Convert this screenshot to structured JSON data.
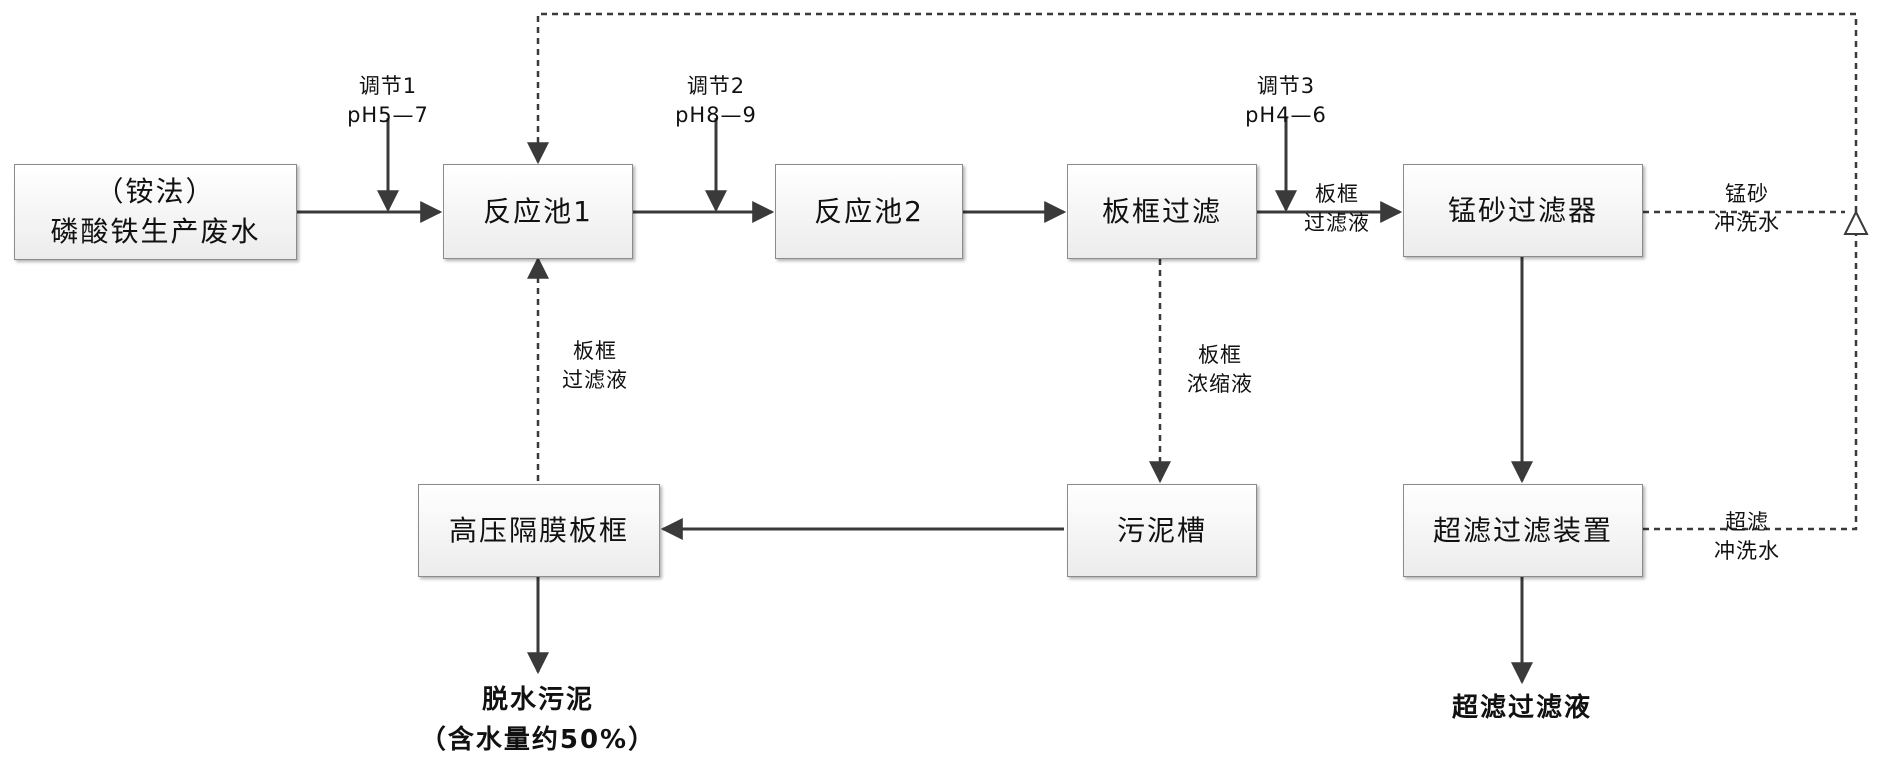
{
  "boxes": {
    "wastewater": {
      "line1": "（铵法）",
      "line2": "磷酸铁生产废水"
    },
    "reactor1": "反应池1",
    "reactor2": "反应池2",
    "filter_press": "板框过滤",
    "mn_sand_filter": "锰砂过滤器",
    "hp_membrane_press": "高压隔膜板框",
    "sludge_tank": "污泥槽",
    "uf_device": "超滤过滤装置"
  },
  "labels": {
    "adjust1": {
      "line1": "调节1",
      "line2": "pH5—7"
    },
    "adjust2": {
      "line1": "调节2",
      "line2": "pH8—9"
    },
    "adjust3": {
      "line1": "调节3",
      "line2": "pH4—6"
    },
    "press_filtrate_top": {
      "line1": "板框",
      "line2": "过滤液"
    },
    "press_filtrate_left": {
      "line1": "板框",
      "line2": "过滤液"
    },
    "press_concentrate": {
      "line1": "板框",
      "line2": "浓缩液"
    },
    "mn_backwash": {
      "line1": "锰砂",
      "line2": "冲洗水"
    },
    "uf_backwash": {
      "line1": "超滤",
      "line2": "冲洗水"
    }
  },
  "outputs": {
    "dewatered_sludge": {
      "line1": "脱水污泥",
      "line2": "（含水量约50%）"
    },
    "uf_filtrate": "超滤过滤液"
  }
}
